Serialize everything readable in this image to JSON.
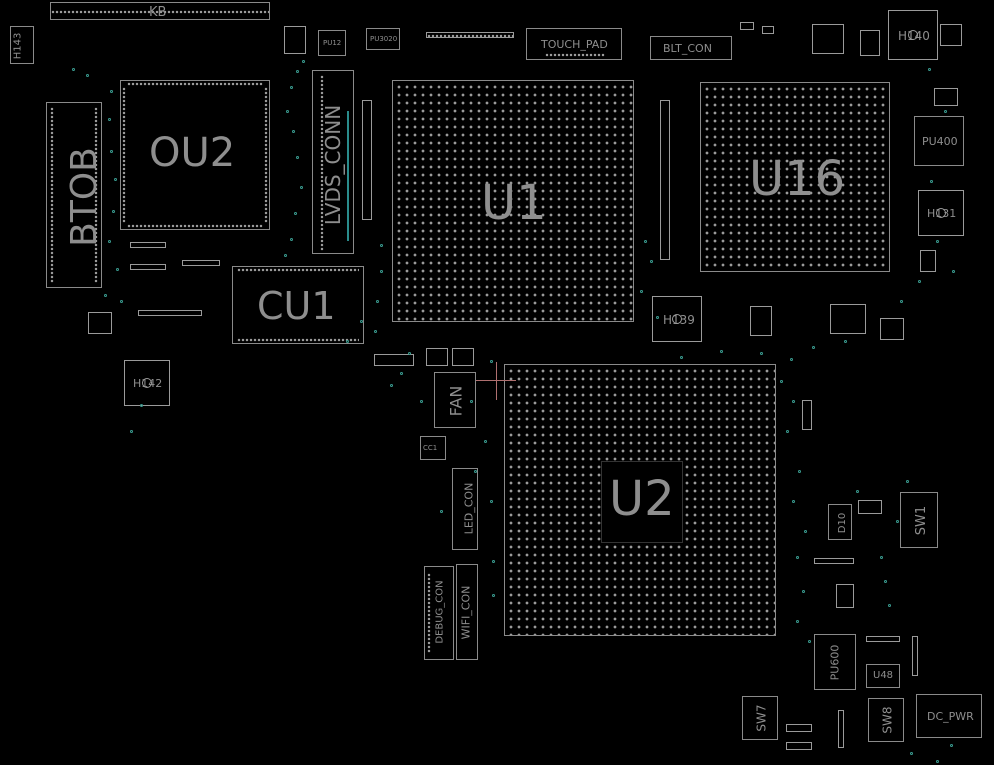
{
  "board": {
    "components": {
      "kb": "KB",
      "h143": "H143",
      "btob": "BTOB",
      "ou2": "OU2",
      "cu1": "CU1",
      "h142": "H142",
      "lvds_conn": "LVDS_CONN",
      "pu12": "PU12",
      "pu3020": "PU3020",
      "touch_pad": "TOUCH_PAD",
      "blt_con": "BLT_CON",
      "u1": "U1",
      "u16": "U16",
      "h140": "H140",
      "pu400": "PU400",
      "h131": "H131",
      "h139": "H139",
      "fan": "FAN",
      "u2": "U2",
      "cc1": "CC1",
      "led_con": "LED_CON",
      "debug_con": "DEBUG_CON",
      "wifi_con": "WIFI_CON",
      "d10": "D10",
      "sw1": "SW1",
      "pu600": "PU600",
      "u48": "U48",
      "sw7": "SW7",
      "sw8": "SW8",
      "dc_pwr": "DC_PWR"
    },
    "colors": {
      "background": "#000000",
      "outline": "#8a8a8a",
      "pad": "#9a9a9a",
      "via": "#3a9c90",
      "label": "#8e8e8e",
      "cursor": "#b07070"
    }
  }
}
